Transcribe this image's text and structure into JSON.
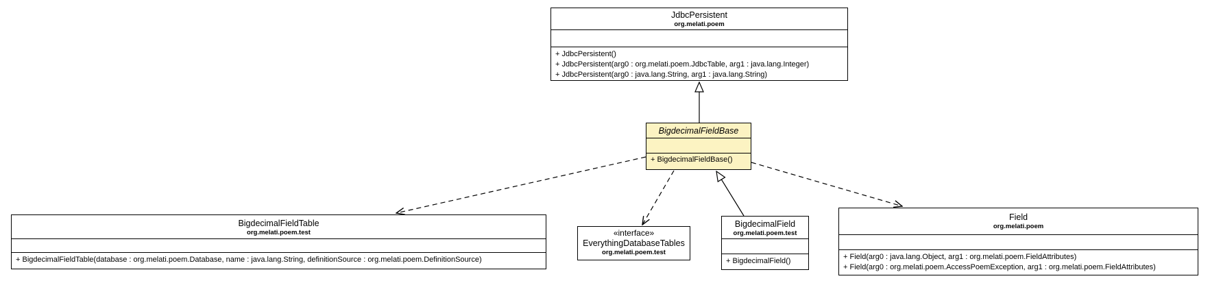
{
  "diagram": {
    "type": "uml-class-diagram",
    "background_color": "#ffffff",
    "box_border_color": "#000000",
    "highlight_fill_color": "#fcf3c2",
    "classes": [
      {
        "name": "JdbcPersistent",
        "package": "org.melati.poem",
        "stereotype": null,
        "abstract": false,
        "highlighted": false,
        "fields": [],
        "methods": [
          "+ JdbcPersistent()",
          "+ JdbcPersistent(arg0 : org.melati.poem.JdbcTable, arg1 : java.lang.Integer)",
          "+ JdbcPersistent(arg0 : java.lang.String, arg1 : java.lang.String)"
        ]
      },
      {
        "name": "BigdecimalFieldBase",
        "package": null,
        "stereotype": null,
        "abstract": true,
        "highlighted": true,
        "fields": [],
        "methods": [
          "+ BigdecimalFieldBase()"
        ]
      },
      {
        "name": "BigdecimalFieldTable",
        "package": "org.melati.poem.test",
        "stereotype": null,
        "abstract": false,
        "highlighted": false,
        "fields": [],
        "methods": [
          "+ BigdecimalFieldTable(database : org.melati.poem.Database, name : java.lang.String, definitionSource : org.melati.poem.DefinitionSource)"
        ]
      },
      {
        "name": "EverythingDatabaseTables",
        "package": "org.melati.poem.test",
        "stereotype": "«interface»",
        "abstract": false,
        "highlighted": false,
        "fields": [],
        "methods": []
      },
      {
        "name": "BigdecimalField",
        "package": "org.melati.poem.test",
        "stereotype": null,
        "abstract": false,
        "highlighted": false,
        "fields": [],
        "methods": [
          "+ BigdecimalField()"
        ]
      },
      {
        "name": "Field",
        "package": "org.melati.poem",
        "stereotype": null,
        "abstract": false,
        "highlighted": false,
        "fields": [],
        "methods": [
          "+ Field(arg0 : java.lang.Object, arg1 : org.melati.poem.FieldAttributes)",
          "+ Field(arg0 : org.melati.poem.AccessPoemException, arg1 : org.melati.poem.FieldAttributes)"
        ]
      }
    ],
    "relationships": [
      {
        "type": "generalization",
        "from": "BigdecimalFieldBase",
        "to": "JdbcPersistent",
        "line": "solid",
        "arrowhead": "hollow-triangle"
      },
      {
        "type": "generalization",
        "from": "BigdecimalField",
        "to": "BigdecimalFieldBase",
        "line": "solid",
        "arrowhead": "hollow-triangle"
      },
      {
        "type": "dependency",
        "from": "BigdecimalFieldBase",
        "to": "BigdecimalFieldTable",
        "line": "dashed",
        "arrowhead": "open"
      },
      {
        "type": "dependency",
        "from": "BigdecimalFieldBase",
        "to": "EverythingDatabaseTables",
        "line": "dashed",
        "arrowhead": "open"
      },
      {
        "type": "dependency",
        "from": "BigdecimalFieldBase",
        "to": "Field",
        "line": "dashed",
        "arrowhead": "open"
      }
    ]
  }
}
